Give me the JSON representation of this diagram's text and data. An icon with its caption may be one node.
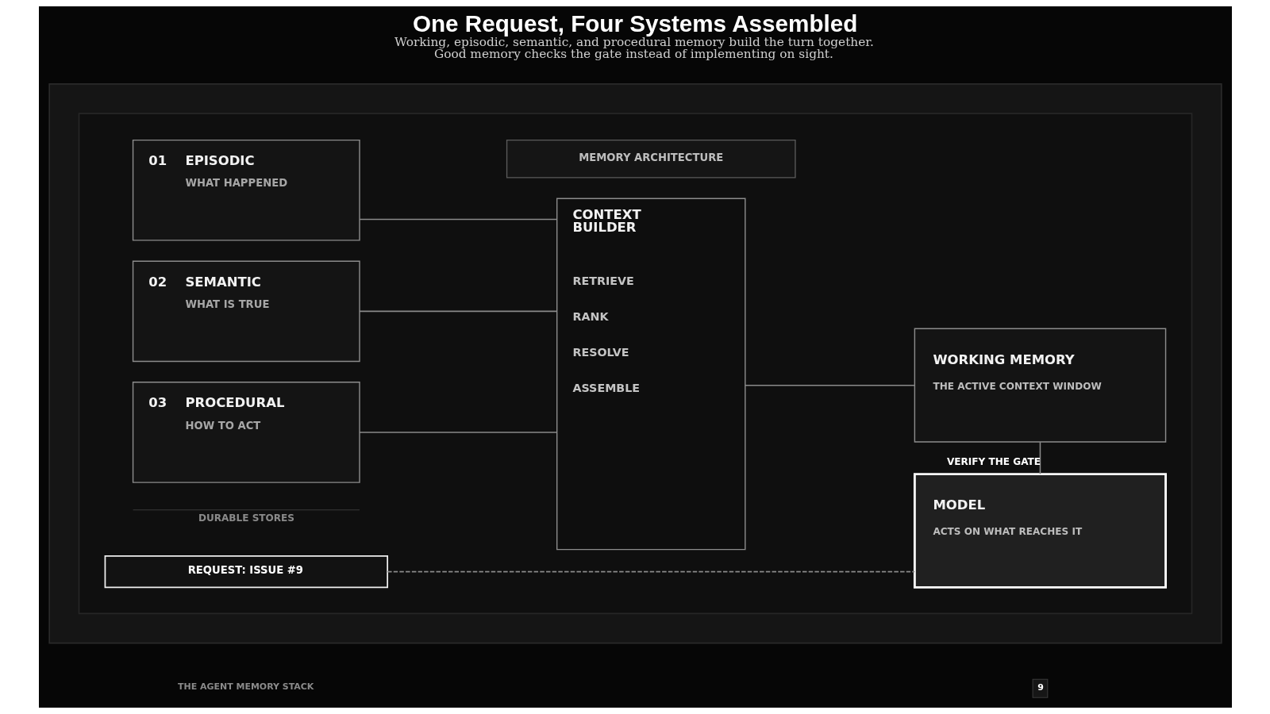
{
  "diagram": {
    "title": "One Request, Four Systems Assembled",
    "caption": "Working, episodic, semantic, and procedural memory build the turn together. Good memory checks the gate instead of implementing on sight.",
    "nodes": [
      {
        "text": [],
        "shape": "box"
      },
      {
        "text": [],
        "shape": "box",
        "in": 0
      },
      {
        "text": [
          "MEMORY ARCHITECTURE"
        ],
        "in": 1
      },
      {
        "text": [
          "01",
          "EPISODIC",
          "WHAT HAPPENED"
        ],
        "in": 1
      },
      {
        "text": [
          "02",
          "SEMANTIC",
          "WHAT IS TRUE"
        ],
        "in": 1
      },
      {
        "text": [
          "03",
          "PROCEDURAL",
          "HOW TO ACT"
        ],
        "in": 1
      },
      {
        "text": [
          "CONTEXT BUILDER",
          "RETRIEVE",
          "RANK",
          "RESOLVE",
          "ASSEMBLE"
        ],
        "in": 1
      },
      {
        "text": [
          "WORKING MEMORY",
          "THE ACTIVE CONTEXT WINDOW"
        ],
        "in": 1
      },
      {
        "text": [
          "MODEL",
          "ACTS ON WHAT REACHES IT"
        ],
        "in": 1
      },
      {
        "text": [
          "REQUEST: ISSUE #9"
        ],
        "in": 1
      }
    ],
    "edges": [
      {
        "from": 3,
        "to": 6,
        "arrow": "none"
      },
      {
        "from": 4,
        "to": 6,
        "arrow": "none"
      },
      {
        "from": 5,
        "to": 6,
        "arrow": "none"
      },
      {
        "from": 6,
        "to": 7,
        "arrow": "none"
      },
      {
        "from": 8,
        "to": 7,
        "arrow": "none",
        "label": "VERIFY THE GATE"
      },
      {
        "from": 9,
        "to": 8,
        "arrow": "none",
        "style": "dashed"
      }
    ],
    "labels": [
      "DURABLE STORES",
      "THE AGENT MEMORY STACK",
      "9"
    ]
  }
}
